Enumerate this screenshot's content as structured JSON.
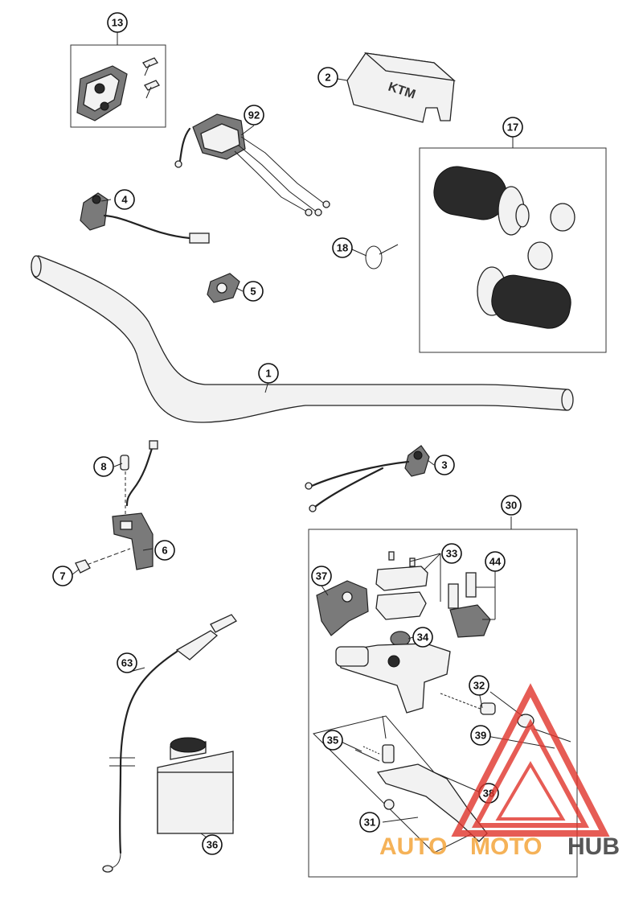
{
  "callouts": {
    "c13": "13",
    "c2": "2",
    "c92": "92",
    "c17": "17",
    "c4": "4",
    "c18": "18",
    "c5": "5",
    "c1": "1",
    "c8": "8",
    "c3": "3",
    "c6": "6",
    "c7": "7",
    "c30": "30",
    "c33": "33",
    "c44": "44",
    "c37": "37",
    "c34": "34",
    "c32": "32",
    "c39": "39",
    "c35": "35",
    "c38": "38",
    "c31": "31",
    "c63": "63",
    "c36": "36"
  },
  "pad_logo": "KTM",
  "watermark": {
    "word1": "AUTO",
    "word2": "MOTO",
    "word3": "HUB",
    "color_red": "#e0342b",
    "color_orange": "#f4a53b",
    "color_grey": "#3a3a3a"
  }
}
